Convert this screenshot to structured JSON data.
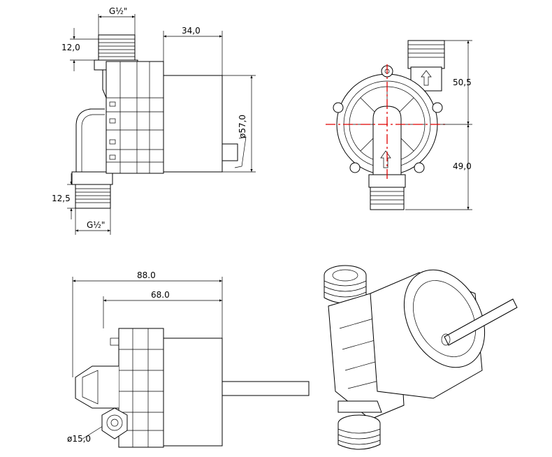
{
  "labels": {
    "thread_top": "G½\"",
    "thread_bottom": "G½\"",
    "dim_12_0": "12,0",
    "dim_34_0": "34,0",
    "dim_57_0": "ø57,0",
    "dim_12_5": "12,5",
    "dim_50_5": "50,5",
    "dim_49_0": "49,0",
    "dim_88_0": "88.0",
    "dim_68_0": "68.0",
    "dim_15_0": "ø15,0"
  }
}
